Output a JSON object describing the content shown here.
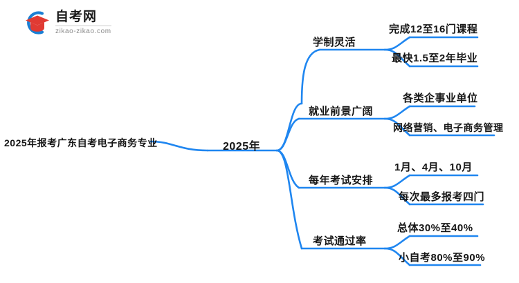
{
  "logo": {
    "name": "自考网",
    "domain": "zikao-zikao.com",
    "arc_color": "#1a7fd4",
    "cap_color": "#e03a33"
  },
  "colors": {
    "line": "#1f86f0",
    "text": "#161616",
    "background": "#ffffff"
  },
  "mindmap": {
    "root": {
      "label": "2025年报考广东自考电子商务专业"
    },
    "center": {
      "label": "2025年"
    },
    "branches": [
      {
        "label": "学制灵活",
        "children": [
          {
            "label": "完成12至16门课程"
          },
          {
            "label": "最快1.5至2年毕业"
          }
        ]
      },
      {
        "label": "就业前景广阔",
        "children": [
          {
            "label": "各类企事业单位"
          },
          {
            "label": "网络营销、电子商务管理"
          }
        ]
      },
      {
        "label": "每年考试安排",
        "children": [
          {
            "label": "1月、4月、10月"
          },
          {
            "label": "每次最多报考四门"
          }
        ]
      },
      {
        "label": "考试通过率",
        "children": [
          {
            "label": "总体30%至40%"
          },
          {
            "label": "小自考80%至90%"
          }
        ]
      }
    ]
  }
}
